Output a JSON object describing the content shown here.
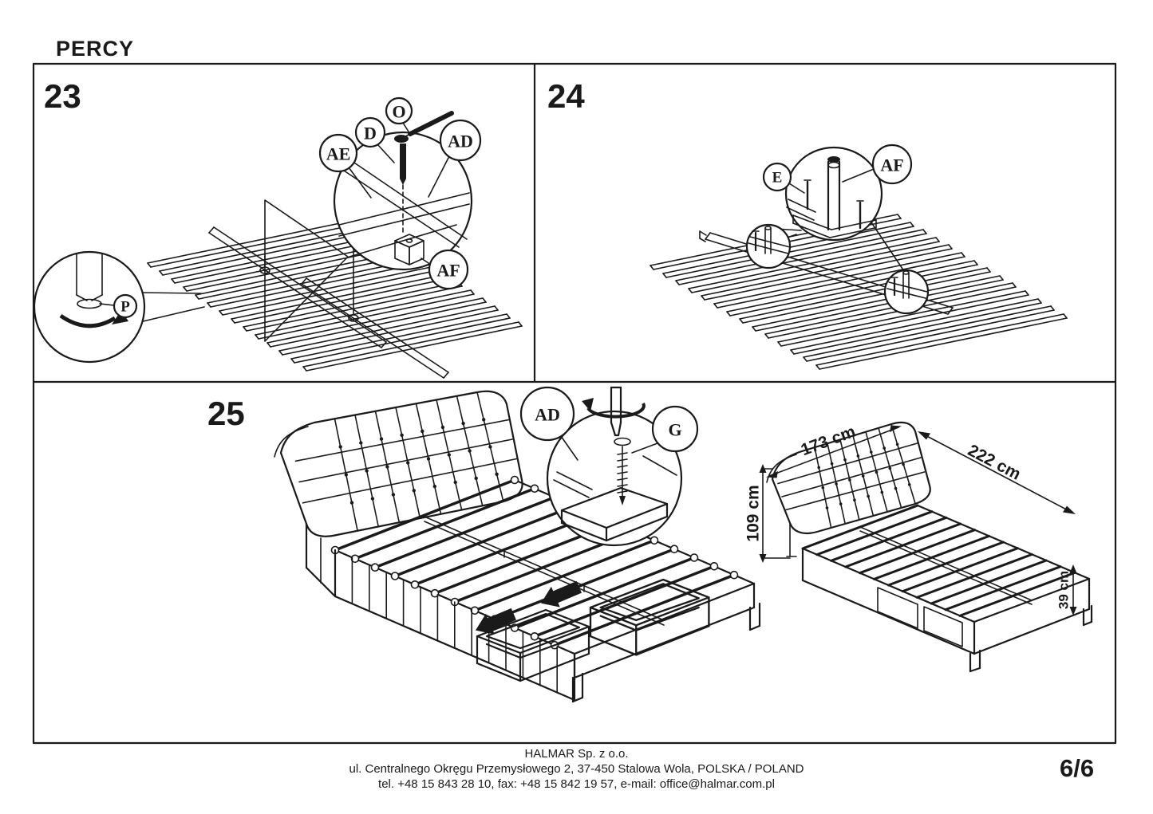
{
  "page": {
    "title": "PERCY",
    "number": "6/6"
  },
  "steps": [
    {
      "number": "23",
      "callouts": {
        "o": "O",
        "d": "D",
        "ae": "AE",
        "ad": "AD",
        "af": "AF",
        "p": "P"
      }
    },
    {
      "number": "24",
      "callouts": {
        "e": "E",
        "af": "AF"
      }
    },
    {
      "number": "25",
      "callouts": {
        "ad": "AD",
        "g": "G"
      }
    }
  ],
  "dimensions": {
    "headboard_width": "173 cm",
    "length": "222 cm",
    "headboard_height": "109 cm",
    "frame_height": "39 cm"
  },
  "footer": {
    "company": "HALMAR Sp. z o.o.",
    "address": "ul. Centralnego Okręgu Przemysłowego 2, 37-450 Stalowa Wola, POLSKA / POLAND",
    "contact": "tel. +48 15 843 28 10, fax: +48 15 842 19 57, e-mail: office@halmar.com.pl"
  },
  "colors": {
    "ink": "#1a1a1a",
    "paper": "#ffffff"
  }
}
